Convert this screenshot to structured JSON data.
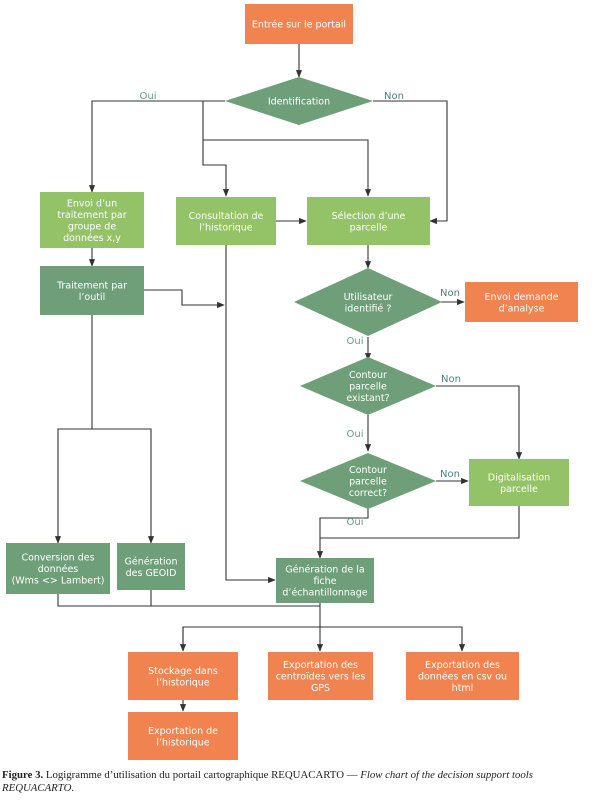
{
  "colors": {
    "start": "#f0834f",
    "light_green": "#93c366",
    "dark_green": "#6f9f79",
    "orange": "#f0834f",
    "line": "#333333",
    "yes_label": "#5e9c8c",
    "no_label": "#4f7f7c"
  },
  "nodes": {
    "entree": {
      "lines": [
        "Entrée sur le portail"
      ]
    },
    "identification": {
      "lines": [
        "Identification"
      ]
    },
    "envoi_traitement": {
      "lines": [
        "Envoi d’un",
        "traitement par",
        "groupe de",
        "données x,y"
      ]
    },
    "consultation": {
      "lines": [
        "Consultation de",
        "l’historique"
      ]
    },
    "selection": {
      "lines": [
        "Sélection d’une",
        "parcelle"
      ]
    },
    "traitement_outil": {
      "lines": [
        "Traitement par",
        "l’outil"
      ]
    },
    "utilisateur": {
      "lines": [
        "Utilisateur",
        "identifié ?"
      ]
    },
    "envoi_demande": {
      "lines": [
        "Envoi demande",
        "d’analyse"
      ]
    },
    "contour_existant": {
      "lines": [
        "Contour",
        "parcelle",
        "existant?"
      ]
    },
    "contour_correct": {
      "lines": [
        "Contour",
        "parcelle",
        "correct?"
      ]
    },
    "digitalisation": {
      "lines": [
        "Digitalisation",
        "parcelle"
      ]
    },
    "conversion": {
      "lines": [
        "Conversion des",
        "données",
        "(Wms <> Lambert)"
      ]
    },
    "generation_geoid": {
      "lines": [
        "Génération",
        "des GEOID"
      ]
    },
    "generation_fiche": {
      "lines": [
        "Génération de la",
        "fiche",
        "d’échantillonnage"
      ]
    },
    "stockage": {
      "lines": [
        "Stockage dans",
        "l’historique"
      ]
    },
    "exportation_centroides": {
      "lines": [
        "Exportation  des",
        "centroïdes vers les",
        "GPS"
      ]
    },
    "exportation_donnees": {
      "lines": [
        "Exportation des",
        "données en csv ou",
        "html"
      ]
    },
    "exportation_historique": {
      "lines": [
        "Exportation de",
        "l’historique"
      ]
    }
  },
  "labels": {
    "oui_identification": "Oui",
    "non_identification": "Non",
    "non_utilisateur": "Non",
    "oui_utilisateur": "Oui",
    "non_contour_existant": "Non",
    "oui_contour_existant": "Oui",
    "non_contour_correct": "Non",
    "oui_contour_correct": "Oui"
  },
  "caption": {
    "figure_label": "Figure 3.",
    "french_text": "Logigramme d’utilisation du portail cartographique REQUACARTO",
    "separator": "—",
    "english_text": "Flow chart of the decision support tools REQUACARTO",
    "end": "."
  }
}
